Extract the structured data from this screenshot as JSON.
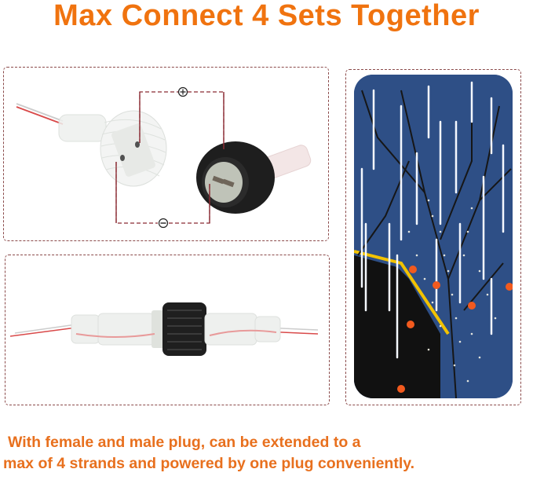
{
  "title": "Max Connect 4 Sets Together",
  "panels": {
    "connector_diagram": {
      "positive_symbol": "+",
      "negative_symbol": "−"
    },
    "connected_plugs": {},
    "tree_photo": {}
  },
  "caption": {
    "line1": "With female and male plug,  can be extended to a",
    "line2": "max of 4 strands and powered by one plug conveniently."
  },
  "colors": {
    "title": "#f0730f",
    "caption": "#e8701e",
    "dashed_border": "#8b4a4a",
    "sky": "#2e4f86"
  }
}
